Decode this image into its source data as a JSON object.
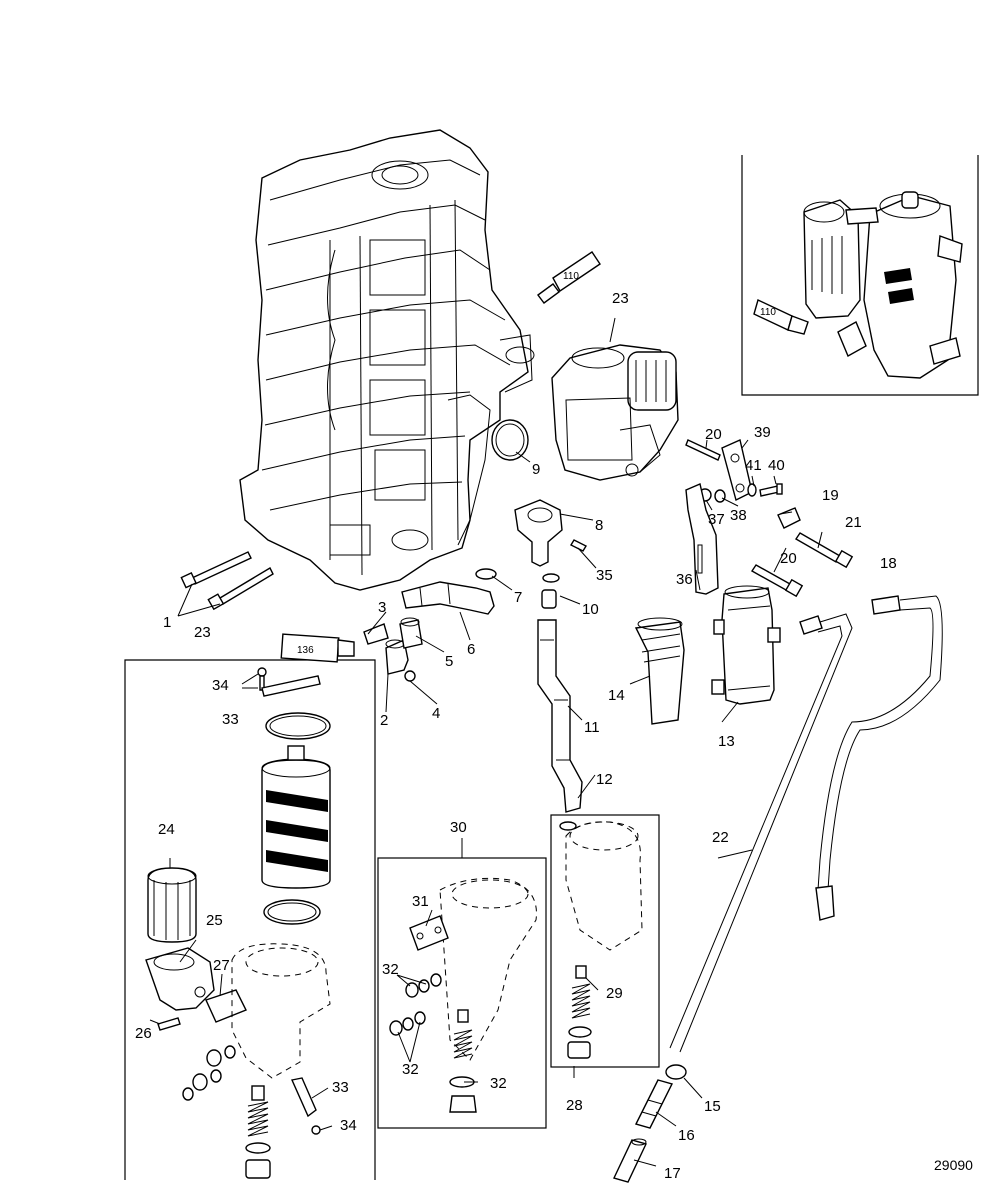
{
  "figure_number": "29090",
  "sealant_tubes": [
    {
      "id": "tube-upper",
      "label": "110"
    },
    {
      "id": "tube-inset",
      "label": "110"
    },
    {
      "id": "tube-lower",
      "label": "136"
    }
  ],
  "callouts": [
    {
      "id": "c1",
      "label": "1"
    },
    {
      "id": "c2",
      "label": "2"
    },
    {
      "id": "c3",
      "label": "3"
    },
    {
      "id": "c4",
      "label": "4"
    },
    {
      "id": "c5",
      "label": "5"
    },
    {
      "id": "c6",
      "label": "6"
    },
    {
      "id": "c7",
      "label": "7"
    },
    {
      "id": "c8",
      "label": "8"
    },
    {
      "id": "c9",
      "label": "9"
    },
    {
      "id": "c10",
      "label": "10"
    },
    {
      "id": "c11",
      "label": "11"
    },
    {
      "id": "c12",
      "label": "12"
    },
    {
      "id": "c13",
      "label": "13"
    },
    {
      "id": "c14",
      "label": "14"
    },
    {
      "id": "c15",
      "label": "15"
    },
    {
      "id": "c16",
      "label": "16"
    },
    {
      "id": "c17",
      "label": "17"
    },
    {
      "id": "c18",
      "label": "18"
    },
    {
      "id": "c19",
      "label": "19"
    },
    {
      "id": "c20a",
      "label": "20"
    },
    {
      "id": "c20b",
      "label": "20"
    },
    {
      "id": "c21",
      "label": "21"
    },
    {
      "id": "c22",
      "label": "22"
    },
    {
      "id": "c23a",
      "label": "23"
    },
    {
      "id": "c23b",
      "label": "23"
    },
    {
      "id": "c24",
      "label": "24"
    },
    {
      "id": "c25",
      "label": "25"
    },
    {
      "id": "c26",
      "label": "26"
    },
    {
      "id": "c27",
      "label": "27"
    },
    {
      "id": "c28",
      "label": "28"
    },
    {
      "id": "c29",
      "label": "29"
    },
    {
      "id": "c30",
      "label": "30"
    },
    {
      "id": "c31",
      "label": "31"
    },
    {
      "id": "c32a",
      "label": "32"
    },
    {
      "id": "c32b",
      "label": "32"
    },
    {
      "id": "c32c",
      "label": "32"
    },
    {
      "id": "c33a",
      "label": "33"
    },
    {
      "id": "c33b",
      "label": "33"
    },
    {
      "id": "c34a",
      "label": "34"
    },
    {
      "id": "c34b",
      "label": "34"
    },
    {
      "id": "c35",
      "label": "35"
    },
    {
      "id": "c36",
      "label": "36"
    },
    {
      "id": "c37",
      "label": "37"
    },
    {
      "id": "c38",
      "label": "38"
    },
    {
      "id": "c39",
      "label": "39"
    },
    {
      "id": "c40",
      "label": "40"
    },
    {
      "id": "c41",
      "label": "41"
    }
  ]
}
